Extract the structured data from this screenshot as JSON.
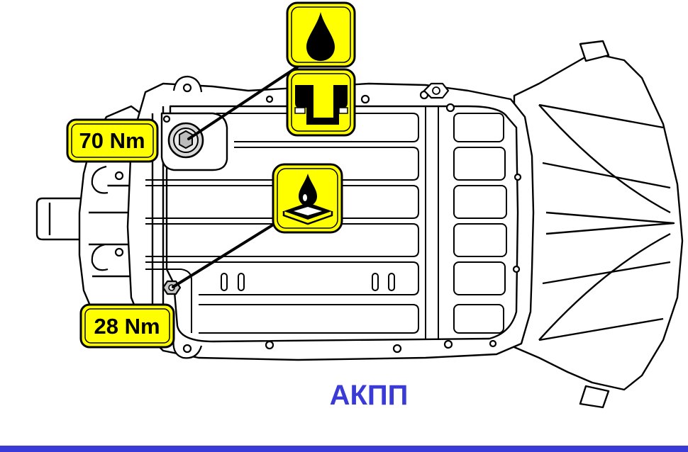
{
  "labels": {
    "drain_plug_torque": "70 Nm",
    "level_plug_torque": "28 Nm"
  },
  "caption": "АКПП",
  "icons": {
    "fill_plug": "oil-drop-icon",
    "plug_seal": "plug-seal-icon",
    "oil_level": "oil-level-icon"
  },
  "colors": {
    "label_fill": "#ffff00",
    "caption": "#3a3ad6",
    "bottom_bar": "#3a3ad6",
    "line_art": "#000000"
  }
}
